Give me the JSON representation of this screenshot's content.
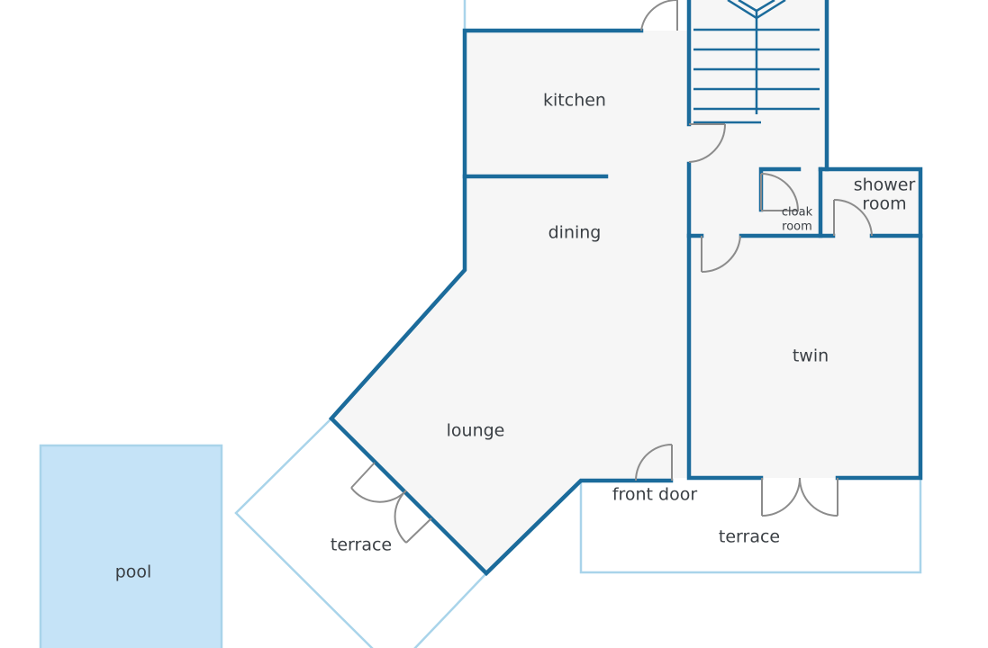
{
  "rooms": {
    "kitchen": "kitchen",
    "dining": "dining",
    "lounge": "lounge",
    "twin": "twin",
    "shower_line1": "shower",
    "shower_line2": "room",
    "cloak_line1": "cloak",
    "cloak_line2": "room",
    "front_door": "front door",
    "terrace_left": "terrace",
    "terrace_right": "terrace",
    "pool": "pool"
  },
  "colors": {
    "wall": "#1b6b9b",
    "floor": "#f6f6f6",
    "exterior_outline": "#a9d4ea",
    "pool": "#c5e3f7",
    "door": "#8c8c8c",
    "label": "#3a3f44"
  }
}
